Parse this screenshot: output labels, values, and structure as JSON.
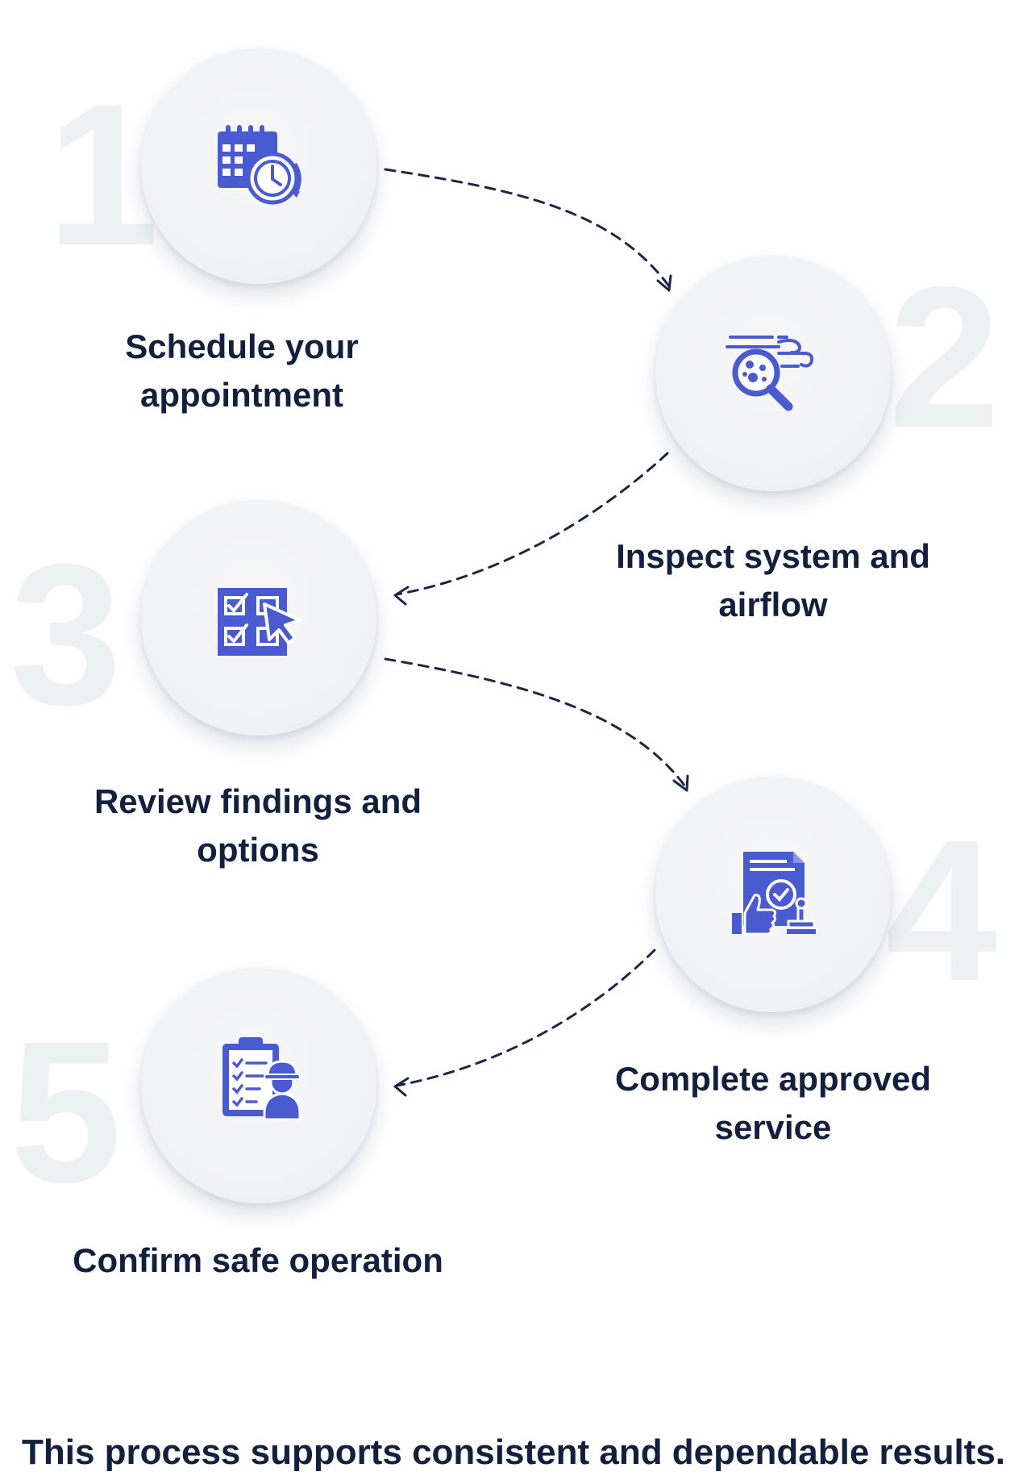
{
  "steps": [
    {
      "number": "1",
      "label": "Schedule your\nappointment",
      "icon": "calendar-clock-icon"
    },
    {
      "number": "2",
      "label": "Inspect system and\nairflow",
      "icon": "air-inspection-magnifier-icon"
    },
    {
      "number": "3",
      "label": "Review findings and\noptions",
      "icon": "checklist-cursor-icon"
    },
    {
      "number": "4",
      "label": "Complete approved\nservice",
      "icon": "approved-document-stamp-icon"
    },
    {
      "number": "5",
      "label": "Confirm safe operation",
      "icon": "clipboard-technician-icon"
    }
  ],
  "footer": {
    "text": "This process supports consistent and dependable results."
  },
  "colors": {
    "icon": "#4a5ad0",
    "text": "#13203d",
    "number": "#eef1f2",
    "connector": "#1c2748"
  }
}
